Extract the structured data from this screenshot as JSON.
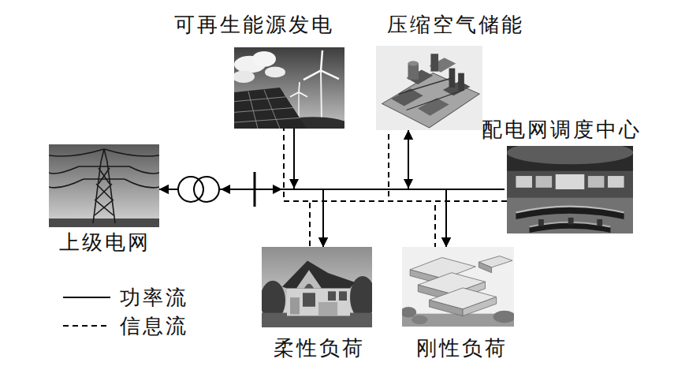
{
  "diagram": {
    "nodes": [
      {
        "text": [
          "可再生能源发电"
        ]
      },
      {
        "text": [
          "压缩空气储能"
        ]
      },
      {
        "text": [
          "配电网调度中心"
        ]
      },
      {
        "text": [
          "上级电网"
        ]
      },
      {
        "text": [
          "柔性负荷"
        ]
      },
      {
        "text": [
          "刚性负荷"
        ]
      }
    ],
    "edges": [
      {
        "from": 2,
        "to": 0,
        "arrow": "none"
      },
      {
        "from": 2,
        "to": 1,
        "arrow": "none"
      },
      {
        "from": 2,
        "to": 4,
        "arrow": "none"
      },
      {
        "from": 2,
        "to": 5,
        "arrow": "none"
      },
      {
        "from": 3,
        "to": 4,
        "arrow": "both"
      },
      {
        "from": 3,
        "to": 5,
        "arrow": "both"
      },
      {
        "from": 0,
        "to": 4,
        "arrow": "to"
      },
      {
        "from": 0,
        "to": 5,
        "arrow": "to"
      },
      {
        "from": 1,
        "to": 4,
        "arrow": "both"
      },
      {
        "from": 1,
        "to": 5,
        "arrow": "both"
      }
    ],
    "legend": [
      {
        "text": "功率流"
      },
      {
        "text": "信息流"
      }
    ]
  }
}
